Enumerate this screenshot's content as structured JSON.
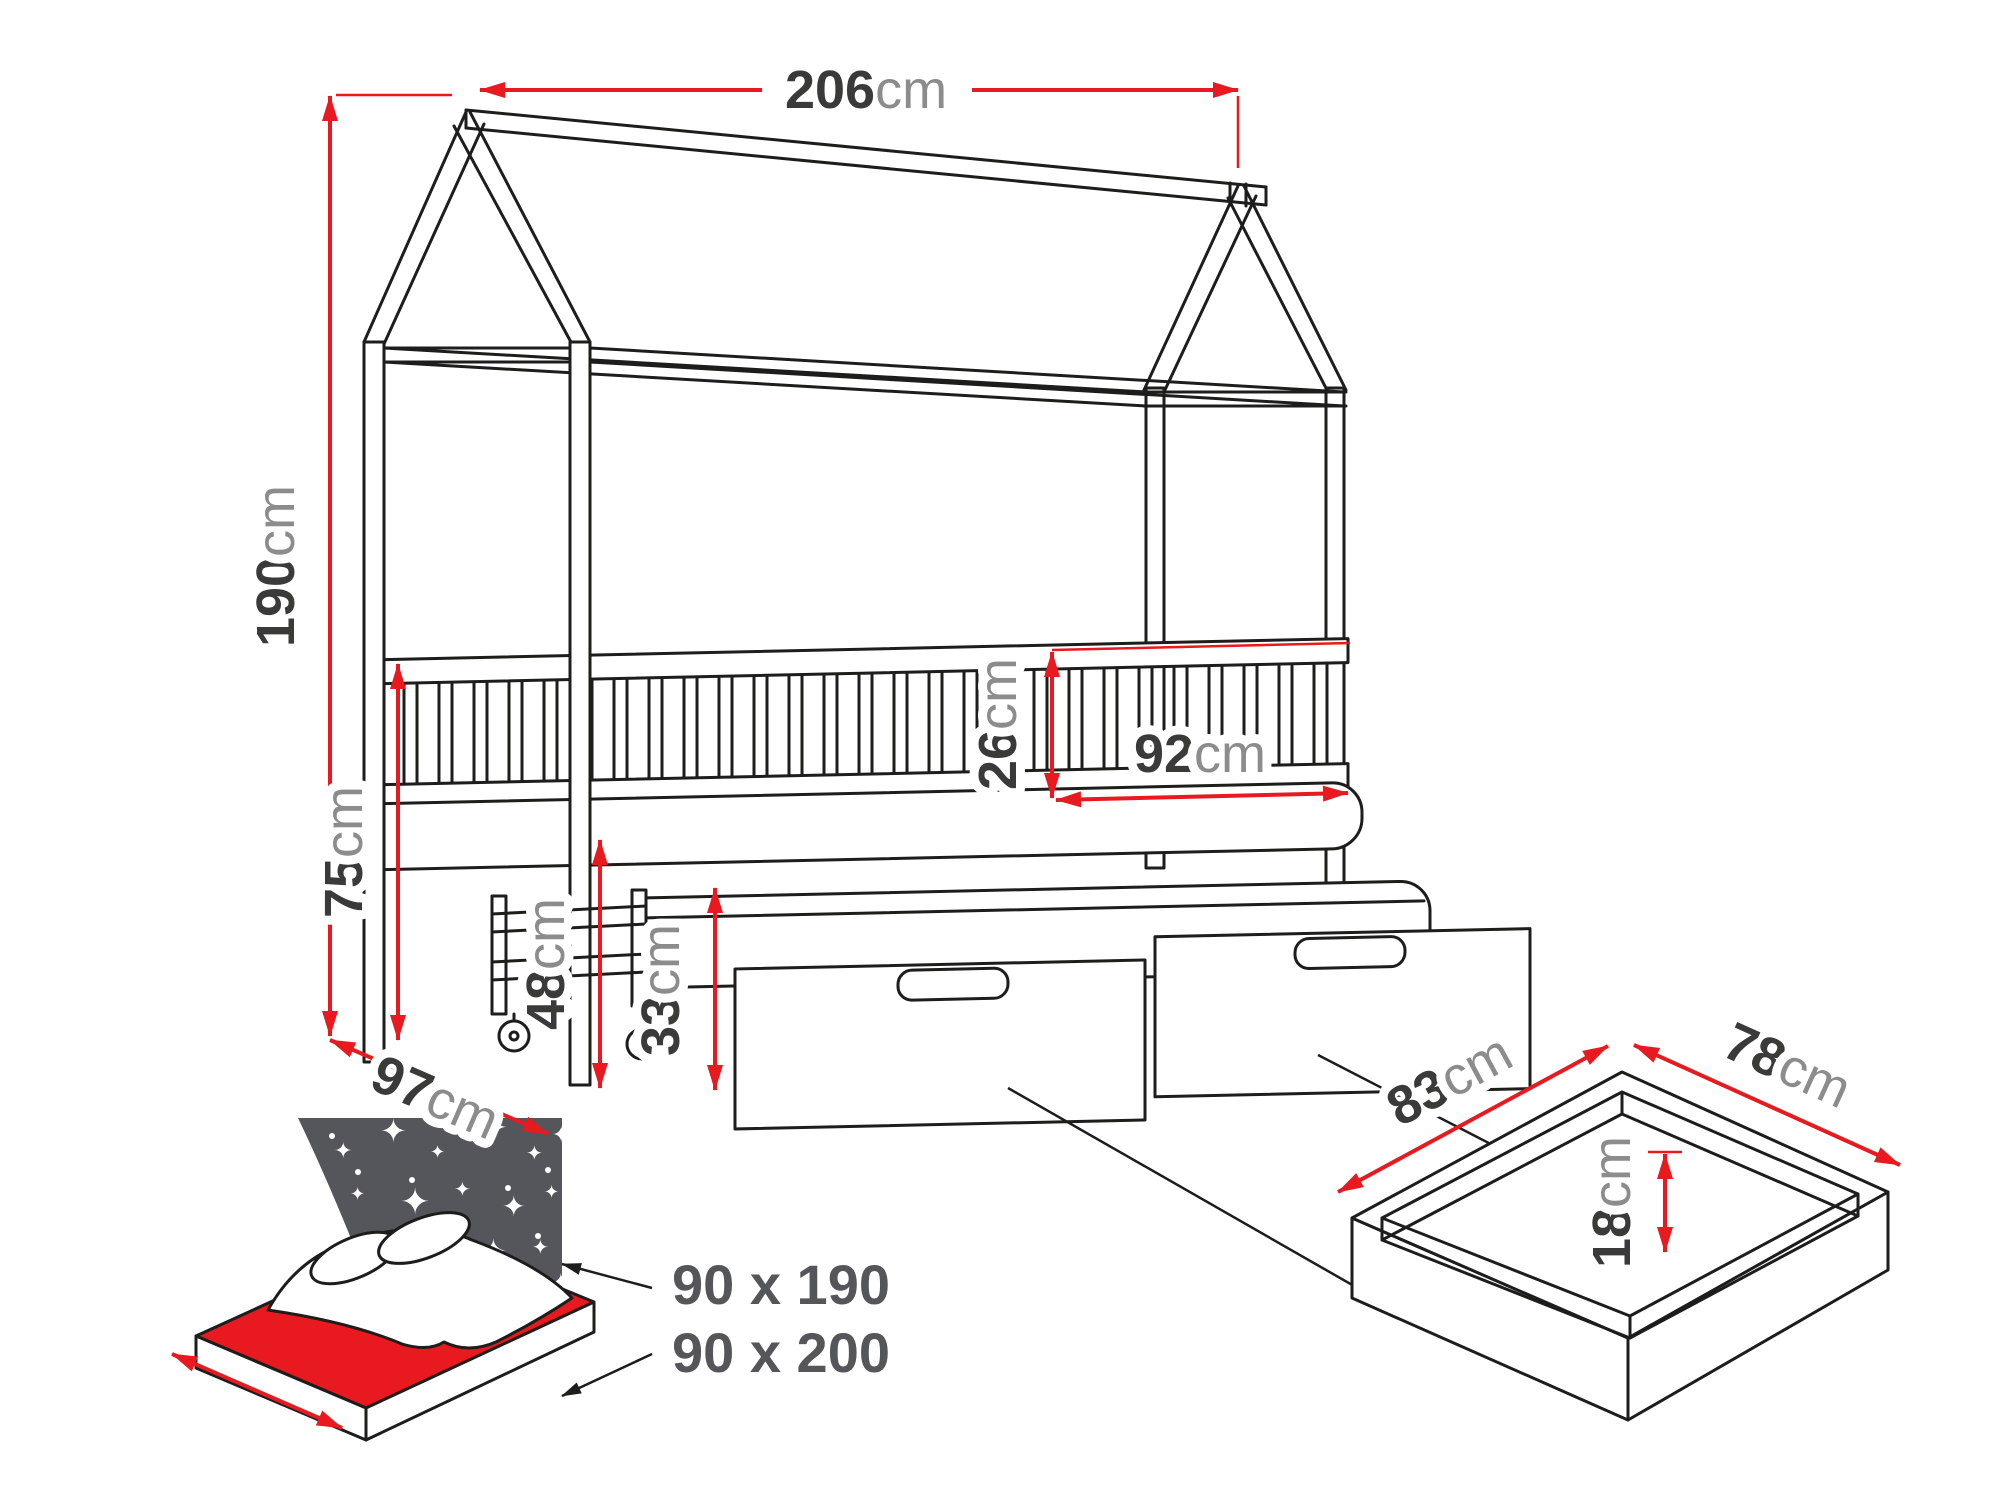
{
  "dimensions": {
    "length": {
      "value": "206",
      "unit": "cm"
    },
    "height": {
      "value": "190",
      "unit": "cm"
    },
    "bed_surface_height": {
      "value": "75",
      "unit": "cm"
    },
    "width": {
      "value": "97",
      "unit": "cm"
    },
    "underbed_height": {
      "value": "48",
      "unit": "cm"
    },
    "trundle_side_height": {
      "value": "33",
      "unit": "cm"
    },
    "guard_rail_height": {
      "value": "26",
      "unit": "cm"
    },
    "guard_rail_length": {
      "value": "92",
      "unit": "cm"
    },
    "drawer_length": {
      "value": "83",
      "unit": "cm"
    },
    "drawer_width": {
      "value": "78",
      "unit": "cm"
    },
    "drawer_height": {
      "value": "18",
      "unit": "cm"
    }
  },
  "mattress_options": {
    "top_bed": "90 x 190",
    "bottom_bed": "90 x 200"
  },
  "colors": {
    "dimension_accent": "#e8191f",
    "line": "#1d1d1b",
    "headboard_panel": "#55565c"
  }
}
